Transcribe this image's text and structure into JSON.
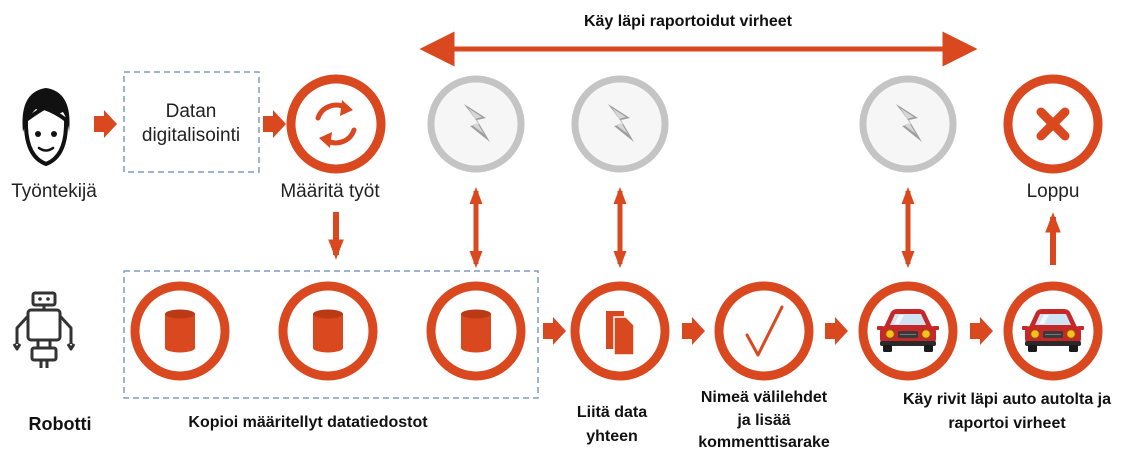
{
  "colors": {
    "accent": "#D9481F",
    "inactive_ring": "#C4C4C4",
    "inactive_fill": "#F6F6F6",
    "box_border": "#7F9CC4",
    "person": "#111111",
    "car_body": "#C62828"
  },
  "title": "Käy läpi raportoidut virheet",
  "actors": {
    "worker": "Työntekijä",
    "robot": "Robotti"
  },
  "digitize_box": {
    "line1": "Datan",
    "line2": "digitalisointi"
  },
  "steps": {
    "define": "Määritä työt",
    "copy": "Kopioi määritellyt datatiedostot",
    "merge": [
      "Liitä data",
      "yhteen"
    ],
    "rename": [
      "Nimeä välilehdet",
      "ja lisää",
      "kommenttisarake"
    ],
    "check": [
      "Käy rivit läpi auto autolta ja",
      "raportoi virheet"
    ],
    "end": "Loppu"
  },
  "icons": {
    "worker": "person-face-icon",
    "robot": "robot-icon",
    "define": "refresh-cycle-icon",
    "copy": "database-cylinder-icon",
    "merge": "documents-icon",
    "rename": "checkmark-icon",
    "check": "car-icon",
    "error": "lightning-bolt-icon",
    "end": "close-x-icon"
  }
}
